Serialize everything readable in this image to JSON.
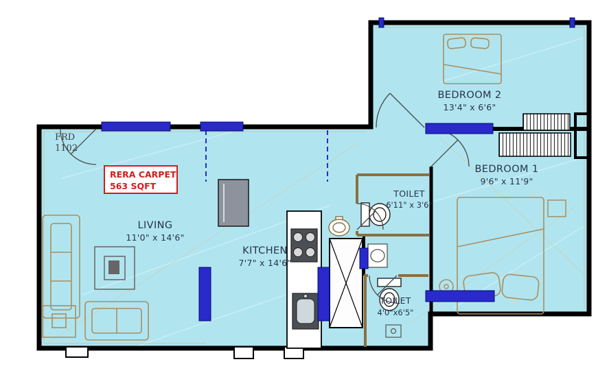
{
  "plan": {
    "flat_label": "FRD",
    "flat_number": "1102",
    "rera_line1": "RERA CARPET",
    "rera_line2": "563 SQFT",
    "rooms": {
      "living": {
        "name": "LIVING",
        "dims": "11'0\" x 14'6\""
      },
      "kitchen": {
        "name": "KITCHEN",
        "dims": "7'7\" x 14'6\""
      },
      "toilet_upper": {
        "name": "TOILET",
        "dims": "6'11\" x 3'6\""
      },
      "toilet_lower": {
        "name": "TOILET",
        "dims": "4'0\"x6'5\""
      },
      "bedroom1": {
        "name": "BEDROOM 1",
        "dims": "9'6\" x 11'9\""
      },
      "bedroom2": {
        "name": "BEDROOM 2",
        "dims": "13'4\" x 6'6\""
      }
    },
    "colors": {
      "floor": "#b0e5f0",
      "wall": "#000000",
      "opening_blue": "#2929cc",
      "furniture_tan": "#a98e5f",
      "toilet_wall_tan": "#8a7040",
      "label_navy": "#273349",
      "rera_red": "#cf1d1d"
    }
  }
}
